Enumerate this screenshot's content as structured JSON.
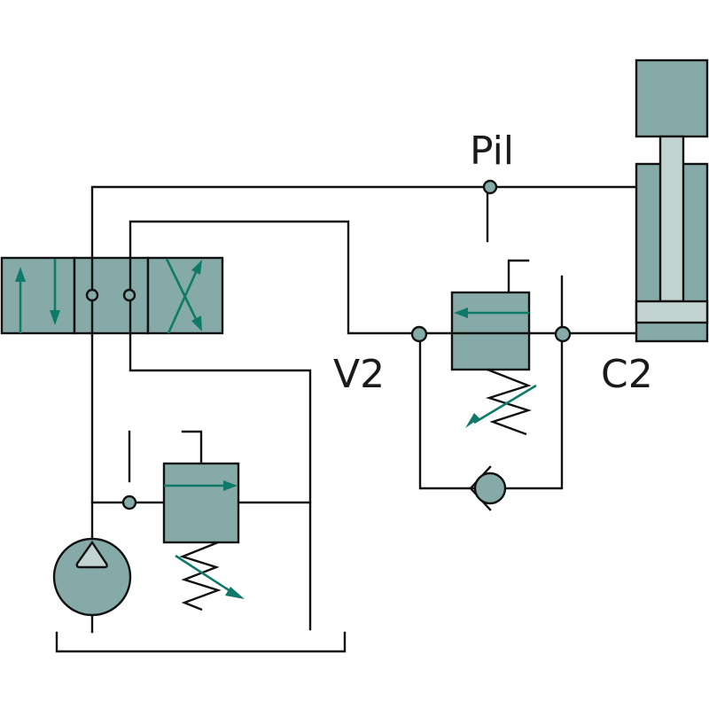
{
  "diagram": {
    "type": "hydraulic-schematic",
    "labels": {
      "pilot": "Pil",
      "valve_port": "V2",
      "cylinder_port": "C2"
    },
    "components": [
      {
        "id": "directional-valve",
        "kind": "4/3 directional control valve",
        "positions": [
          "parallel-flow",
          "closed-center",
          "cross-flow"
        ]
      },
      {
        "id": "pressure-relief-valve",
        "kind": "pressure relief valve with adjustable spring"
      },
      {
        "id": "pump",
        "kind": "hydraulic pump"
      },
      {
        "id": "counterbalance-valve",
        "kind": "pilot-operated pressure valve with adjustable spring"
      },
      {
        "id": "check-valve",
        "kind": "check valve (bypass)"
      },
      {
        "id": "cylinder",
        "kind": "double-acting hydraulic cylinder with load"
      },
      {
        "id": "tank",
        "kind": "reservoir"
      }
    ],
    "colors": {
      "component_fill": "#86aaa8",
      "component_light_fill": "#c3d3d0",
      "flow_arrow": "#0f7a68",
      "line": "#111111"
    }
  }
}
